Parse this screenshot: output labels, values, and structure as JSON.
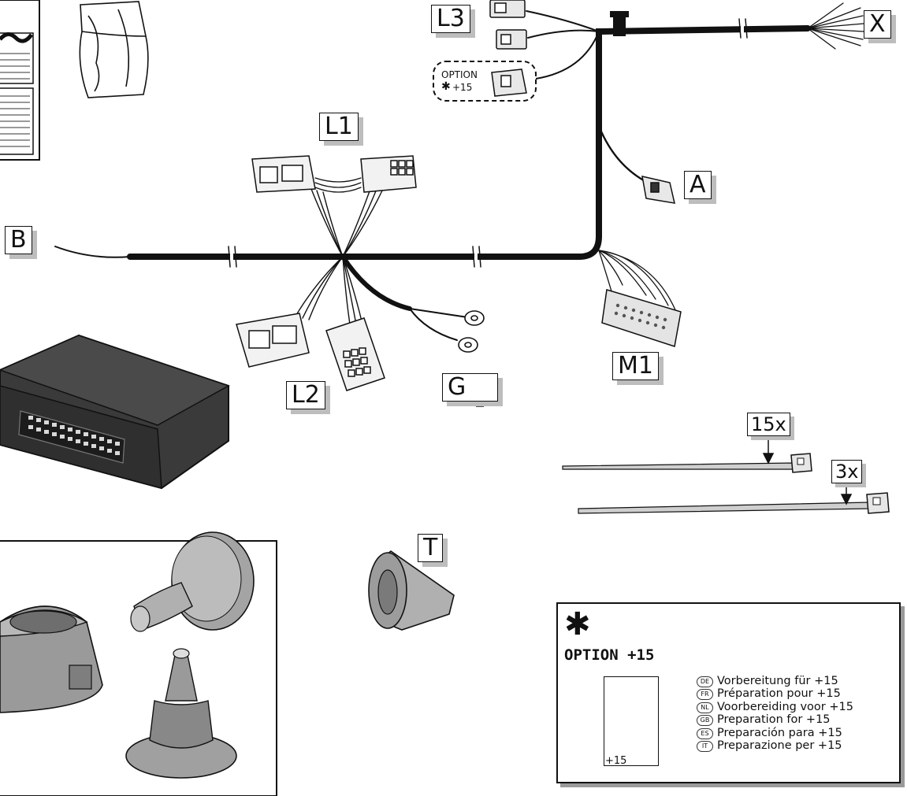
{
  "labels": {
    "L3": "L3",
    "X": "X",
    "L1": "L1",
    "A": "A",
    "B": "B",
    "L2": "L2",
    "G": "G",
    "M1": "M1",
    "T": "T",
    "qty_15": "15x",
    "qty_3": "3x"
  },
  "option_connector": {
    "line1": "OPTION",
    "line2": "+15",
    "star": "✱"
  },
  "legend": {
    "star": "✱",
    "title": "OPTION +15",
    "icon_label": "+15",
    "items": [
      {
        "code": "DE",
        "text": "Vorbereitung für +15"
      },
      {
        "code": "FR",
        "text": "Préparation pour +15"
      },
      {
        "code": "NL",
        "text": "Voorbereiding voor +15"
      },
      {
        "code": "GB",
        "text": "Preparation for +15"
      },
      {
        "code": "ES",
        "text": "Preparación para +15"
      },
      {
        "code": "IT",
        "text": "Preparazione per +15"
      }
    ]
  },
  "icons": [
    "manual-icon",
    "bag-icon",
    "control-module-icon",
    "socket-icon",
    "grommet-icon",
    "cable-tie-icon",
    "ground-icon",
    "key-icon",
    "trailer-icon"
  ]
}
